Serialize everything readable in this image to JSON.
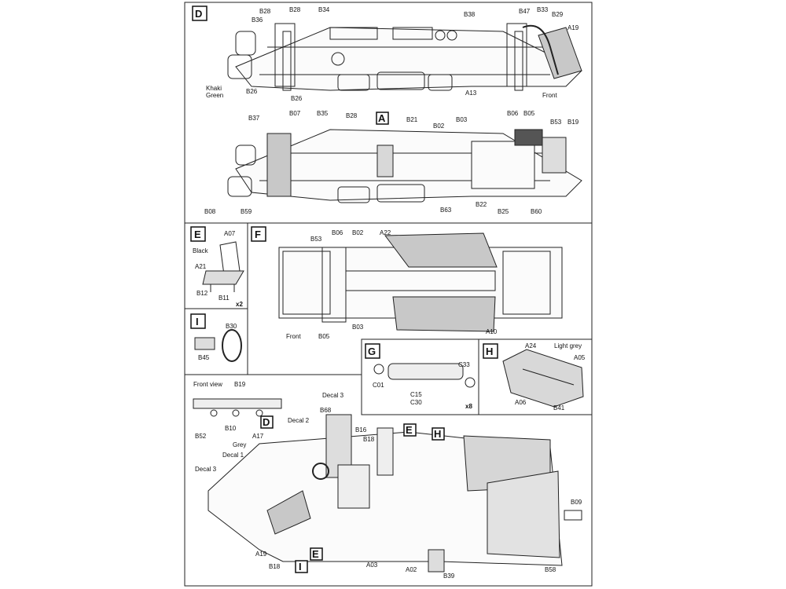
{
  "sections": {
    "D": {
      "letter": "D"
    },
    "E": {
      "letter": "E"
    },
    "F": {
      "letter": "F"
    },
    "I": {
      "letter": "I"
    },
    "G": {
      "letter": "G"
    },
    "H": {
      "letter": "H"
    }
  },
  "d_top": {
    "parts": [
      "B28",
      "B28",
      "B34",
      "B36",
      "B38",
      "B47",
      "B33",
      "B29",
      "A19",
      "A13",
      "B26",
      "B26"
    ],
    "paint": "Khaki Green",
    "front": "Front"
  },
  "d_bottom": {
    "section_label": "A",
    "parts": [
      "B37",
      "B07",
      "B35",
      "B28",
      "B21",
      "B02",
      "B03",
      "B06",
      "B05",
      "B53",
      "B19",
      "B08",
      "B59",
      "B63",
      "B22",
      "B25",
      "B60"
    ]
  },
  "e": {
    "parts": [
      "A07",
      "A21",
      "B12",
      "B11"
    ],
    "paint": "Black",
    "qty": "x2"
  },
  "f": {
    "parts": [
      "B53",
      "B06",
      "B02",
      "A22",
      "B03",
      "B05",
      "A10"
    ],
    "front": "Front"
  },
  "i": {
    "parts": [
      "B30",
      "B45"
    ]
  },
  "g": {
    "parts": [
      "C33",
      "C01",
      "C15",
      "C30"
    ],
    "qty": "x8"
  },
  "h": {
    "parts": [
      "A24",
      "A05",
      "A06",
      "B41"
    ],
    "paint": "Light grey"
  },
  "final": {
    "front_view": "Front view",
    "parts": [
      "B19",
      "B52",
      "B10",
      "B68",
      "A17",
      "B16",
      "B18",
      "A19",
      "B18",
      "A03",
      "A02",
      "B39",
      "B58",
      "B09"
    ],
    "section_refs": [
      "D",
      "E",
      "H",
      "I",
      "E"
    ],
    "callouts": [
      "Decal 3",
      "Decal 2",
      "Grey",
      "Decal 1",
      "Decal 3"
    ]
  }
}
